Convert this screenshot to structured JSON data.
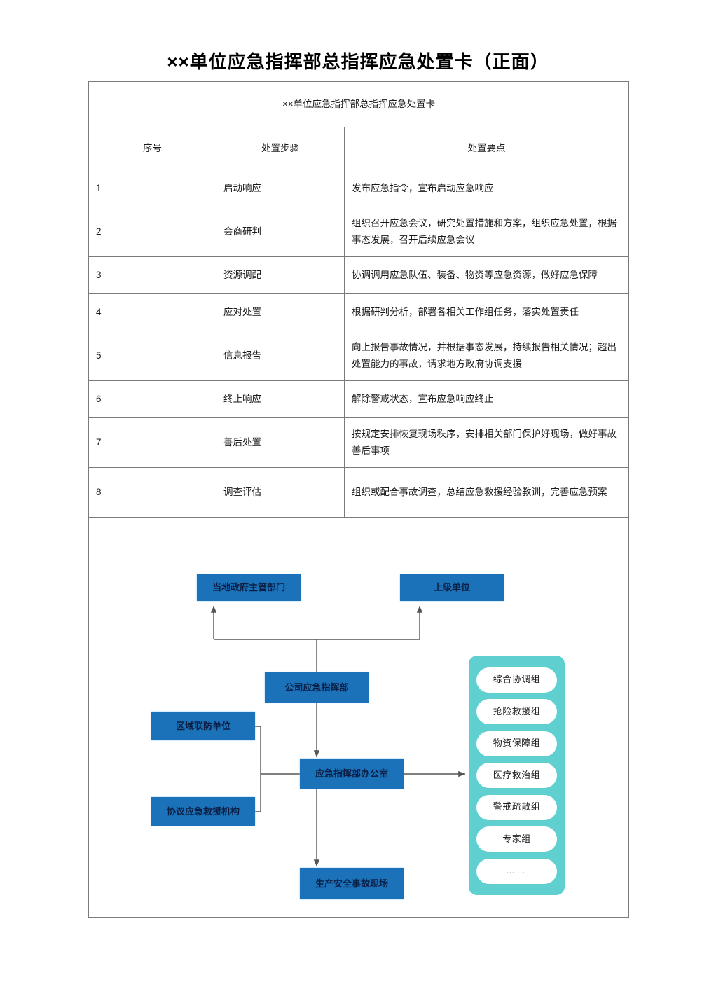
{
  "document": {
    "title": "××单位应急指挥部总指挥应急处置卡（正面）",
    "table_caption": "××单位应急指挥部总指挥应急处置卡"
  },
  "table": {
    "headers": [
      "序号",
      "处置步骤",
      "处置要点"
    ],
    "rows": [
      {
        "no": "1",
        "step": "启动响应",
        "points": "发布应急指令，宣布启动应急响应"
      },
      {
        "no": "2",
        "step": "会商研判",
        "points": "组织召开应急会议，研究处置措施和方案，组织应急处置，根据事态发展，召开后续应急会议"
      },
      {
        "no": "3",
        "step": "资源调配",
        "points": "协调调用应急队伍、装备、物资等应急资源，做好应急保障"
      },
      {
        "no": "4",
        "step": "应对处置",
        "points": "根据研判分析，部署各相关工作组任务，落实处置责任"
      },
      {
        "no": "5",
        "step": "信息报告",
        "points": "向上报告事故情况，并根据事态发展，持续报告相关情况；超出处置能力的事故，请求地方政府协调支援"
      },
      {
        "no": "6",
        "step": "终止响应",
        "points": "解除警戒状态，宣布应急响应终止"
      },
      {
        "no": "7",
        "step": "善后处置",
        "points": "按规定安排恢复现场秩序，安排相关部门保护好现场，做好事故善后事项"
      },
      {
        "no": "8",
        "step": "调查评估",
        "points": "组织或配合事故调查，总结应急救援经验教训，完善应急预案"
      }
    ]
  },
  "flowchart": {
    "boxes": {
      "local_government": "当地政府主管部门",
      "superior_unit": "上级单位",
      "company_hq": "公司应急指挥部",
      "regional_joint": "区域联防单位",
      "agreement_rescue": "协议应急救援机构",
      "hq_office": "应急指挥部办公室",
      "accident_scene": "生产安全事故现场"
    },
    "groups": [
      "综合协调组",
      "抢险救援组",
      "物资保障组",
      "医疗救治组",
      "警戒疏散组",
      "专家组",
      "……"
    ],
    "colors": {
      "box_blue": "#1b72b8",
      "panel_teal": "#5fcfcf",
      "group_white": "#ffffff",
      "connector": "#555555"
    }
  }
}
